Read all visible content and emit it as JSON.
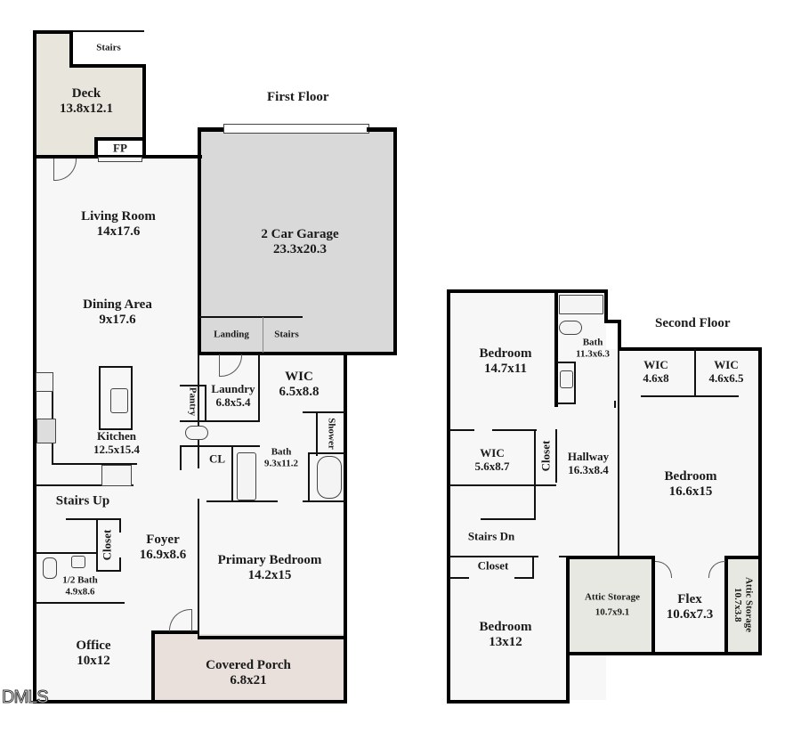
{
  "floors": {
    "first": {
      "title": "First Floor",
      "rooms": {
        "stairs_top": {
          "name": "Stairs"
        },
        "deck": {
          "name": "Deck",
          "dims": "13.8x12.1"
        },
        "fp": {
          "name": "FP"
        },
        "living": {
          "name": "Living Room",
          "dims": "14x17.6"
        },
        "dining": {
          "name": "Dining Area",
          "dims": "9x17.6"
        },
        "garage": {
          "name": "2 Car Garage",
          "dims": "23.3x20.3"
        },
        "landing": {
          "name": "Landing"
        },
        "garage_stairs": {
          "name": "Stairs"
        },
        "kitchen": {
          "name": "Kitchen",
          "dims": "12.5x15.4"
        },
        "pantry": {
          "name": "Pantry"
        },
        "laundry": {
          "name": "Laundry",
          "dims": "6.8x5.4"
        },
        "wic": {
          "name": "WIC",
          "dims": "6.5x8.8"
        },
        "shower": {
          "name": "Shower"
        },
        "cl": {
          "name": "CL"
        },
        "bath": {
          "name": "Bath",
          "dims": "9.3x11.2"
        },
        "stairs_up": {
          "name": "Stairs Up"
        },
        "closet": {
          "name": "Closet"
        },
        "foyer": {
          "name": "Foyer",
          "dims": "16.9x8.6"
        },
        "half_bath": {
          "name": "1/2 Bath",
          "dims": "4.9x8.6"
        },
        "primary": {
          "name": "Primary Bedroom",
          "dims": "14.2x15"
        },
        "office": {
          "name": "Office",
          "dims": "10x12"
        },
        "porch": {
          "name": "Covered Porch",
          "dims": "6.8x21"
        }
      }
    },
    "second": {
      "title": "Second Floor",
      "rooms": {
        "bedroom1": {
          "name": "Bedroom",
          "dims": "14.7x11"
        },
        "bath": {
          "name": "Bath",
          "dims": "11.3x6.3"
        },
        "wic1": {
          "name": "WIC",
          "dims": "4.6x8"
        },
        "wic2": {
          "name": "WIC",
          "dims": "4.6x6.5"
        },
        "wic3": {
          "name": "WIC",
          "dims": "5.6x8.7"
        },
        "closet_v": {
          "name": "Closet"
        },
        "hallway": {
          "name": "Hallway",
          "dims": "16.3x8.4"
        },
        "bedroom2": {
          "name": "Bedroom",
          "dims": "16.6x15"
        },
        "stairs_dn": {
          "name": "Stairs Dn"
        },
        "closet_h": {
          "name": "Closet"
        },
        "attic1": {
          "name": "Attic Storage",
          "dims": "10.7x9.1"
        },
        "flex": {
          "name": "Flex",
          "dims": "10.6x7.3"
        },
        "attic2": {
          "name": "Attic Storage",
          "dims": "10.7x3.8"
        },
        "bedroom3": {
          "name": "Bedroom",
          "dims": "13x12"
        }
      }
    }
  },
  "colors": {
    "floor": "#f7f7f7",
    "deck": "#e8e6dc",
    "garage": "#d9d9d9",
    "porch": "#e9dfdb",
    "attic": "#e8e8e2",
    "wall": "#000000"
  },
  "watermark": "DMLS"
}
